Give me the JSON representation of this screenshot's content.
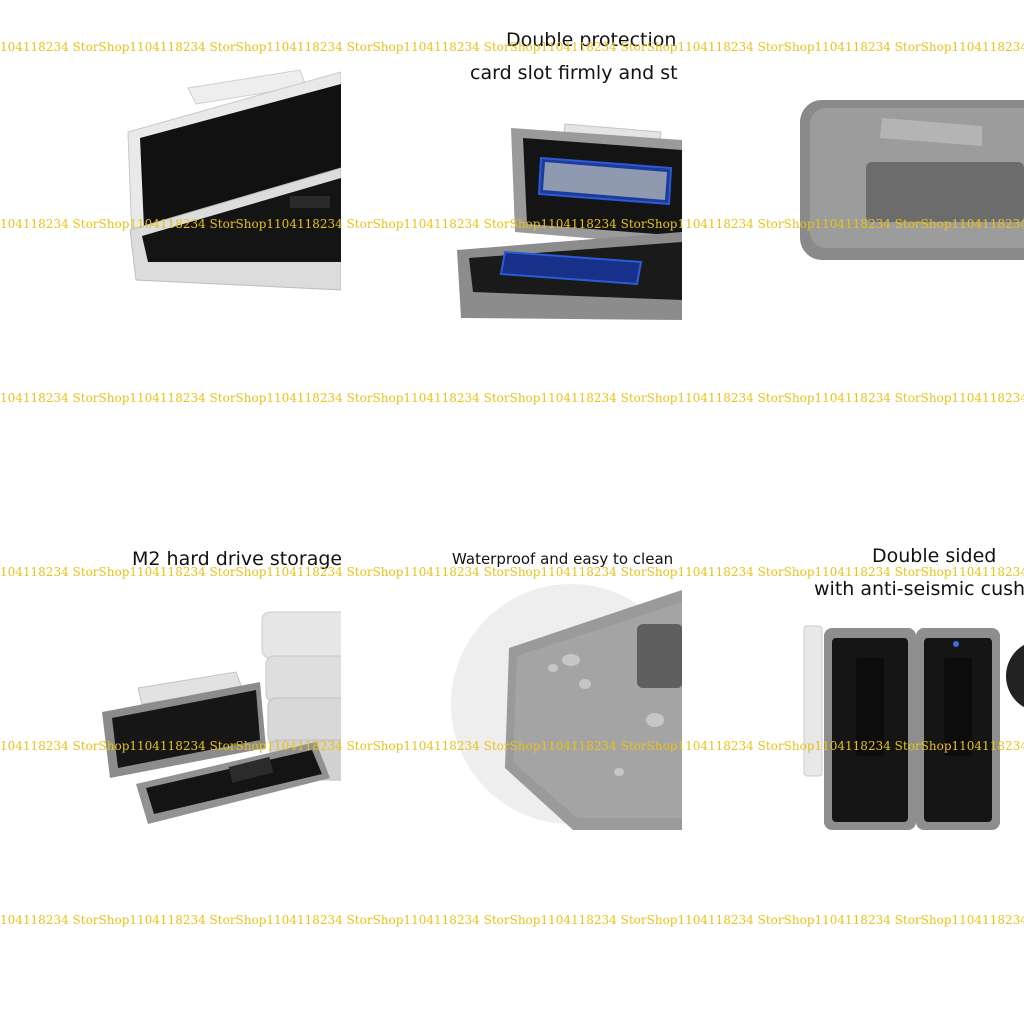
{
  "watermark": "104118234 StorShop1104118234 StorShop1104118234 StorShop1104118234 StorShop1104118234 StorShop1104118234 StorShop1104118234 StorShop1104118234 StorShop1104118234 StorShop1104118234",
  "panels": {
    "top_middle": {
      "line1": "Double protection",
      "line2": "card slot firmly and st"
    },
    "bottom_left": {
      "caption": "M2 hard drive storage"
    },
    "bottom_middle": {
      "caption": "Waterproof and easy to clean"
    },
    "bottom_right": {
      "line1": "Double sided",
      "line2": "with anti-seismic cush"
    }
  }
}
